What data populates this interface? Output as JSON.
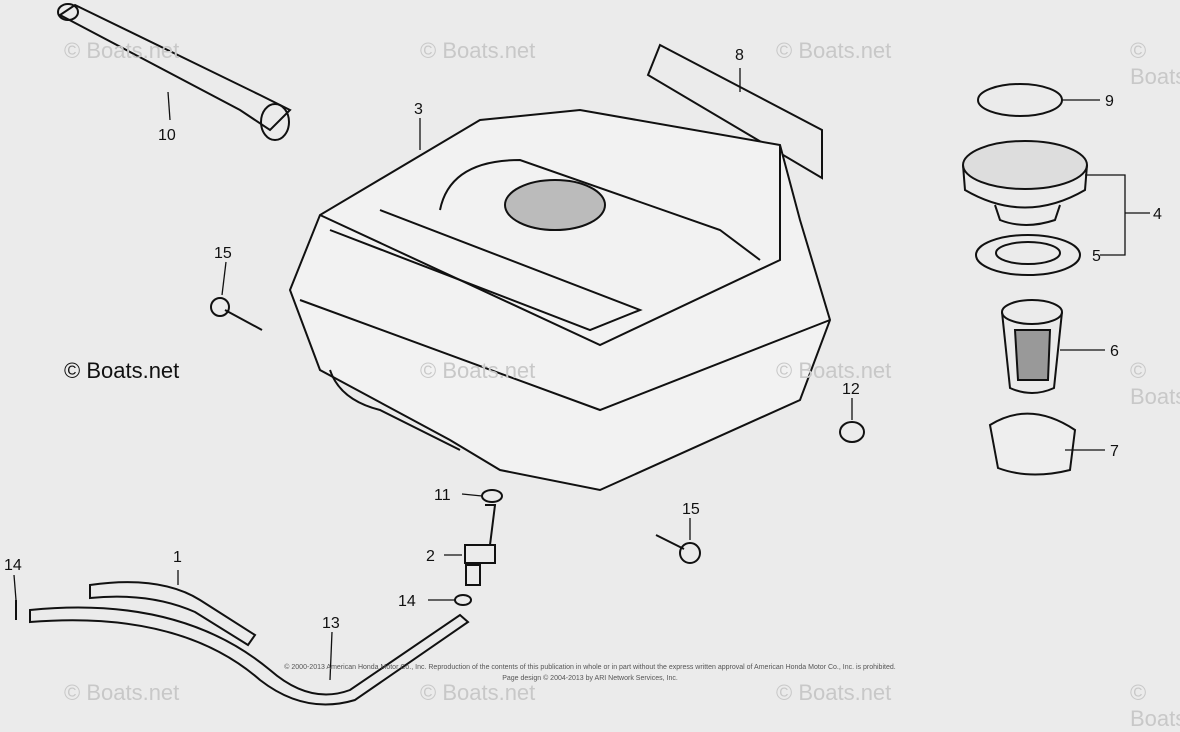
{
  "watermark": "© Boats.net",
  "callouts": [
    "1",
    "2",
    "3",
    "4",
    "5",
    "6",
    "7",
    "8",
    "9",
    "10",
    "11",
    "12",
    "13",
    "14",
    "15"
  ],
  "copyright_line1": "© 2000-2013 American Honda Motor Co., Inc. Reproduction of the contents of this publication in whole or in part without the express written approval of American Honda Motor Co., Inc. is prohibited.",
  "copyright_line2": "Page design © 2004-2013 by ARI Network Services, Inc.",
  "colors": {
    "background": "#ebebeb",
    "line": "#111111",
    "watermark": "#d4d4d4"
  }
}
